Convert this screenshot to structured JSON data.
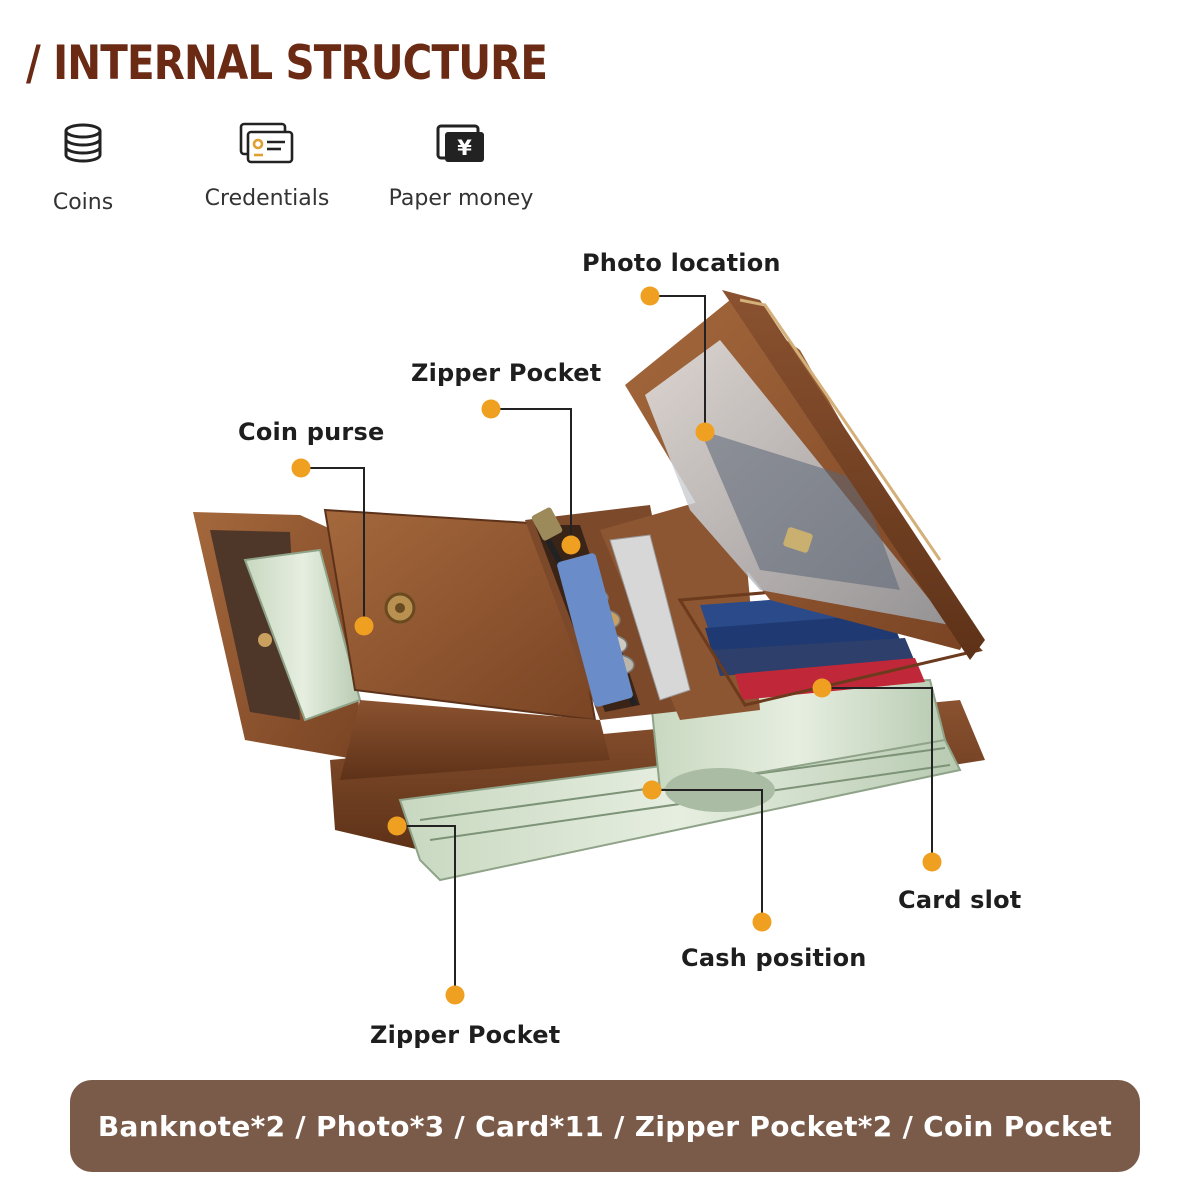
{
  "header": {
    "title": "/ INTERNAL STRUCTURE"
  },
  "features": [
    {
      "icon": "coins-icon",
      "label": "Coins"
    },
    {
      "icon": "credentials-icon",
      "label": "Credentials"
    },
    {
      "icon": "paper-money-icon",
      "label": "Paper money"
    }
  ],
  "callouts": {
    "photo_location": "Photo location",
    "zipper_pocket_top": "Zipper Pocket",
    "coin_purse": "Coin purse",
    "card_slot": "Card slot",
    "cash_position": "Cash position",
    "zipper_pocket_bottom": "Zipper Pocket"
  },
  "summary_bar": {
    "text": "Banknote*2 / Photo*3 / Card*11 / Zipper Pocket*2 / Coin Pocket"
  },
  "colors": {
    "title": "#6a2a14",
    "accent_dot": "#f0a020",
    "bar": "#7a5a48",
    "leather": "#8b5530"
  }
}
